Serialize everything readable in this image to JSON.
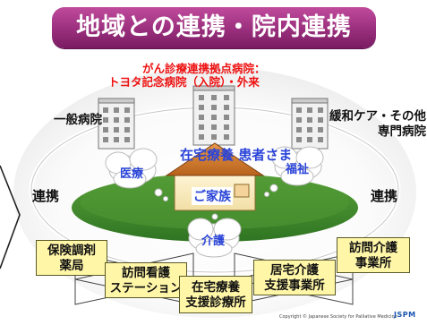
{
  "title": "地域との連携・院内連携",
  "hospital": {
    "line1": "がん診療連携拠点病院：",
    "line2": "トヨタ記念病院（入院）・外来"
  },
  "labels": {
    "general_hospital": "一般病院",
    "palliative_hospital": "緩和ケア・その他\n専門病院",
    "renkei_left": "連携",
    "renkei_right": "連携"
  },
  "center": {
    "patient": "在宅療養\n患者さま",
    "family": "ご家族"
  },
  "clouds": {
    "medical": "医療",
    "welfare": "福祉",
    "care": "介護"
  },
  "boxes": {
    "pharmacy": "保険調剤\n薬局",
    "visiting_nurse": "訪問看護\nステーション",
    "home_clinic": "在宅療養\n支援診療所",
    "care_support": "居宅介護\n支援事業所",
    "visiting_care": "訪問介護\n事業所"
  },
  "footer": {
    "copyright": "Copyright © Japanese Society for Palliative Medicine",
    "logo": "JSPM"
  },
  "colors": {
    "banner": "#9b2b80",
    "accent_red": "#ee1111",
    "cloud_text": "#2a44d8",
    "box_fill": "#fff6a8",
    "grass": "#3f8c2c"
  }
}
